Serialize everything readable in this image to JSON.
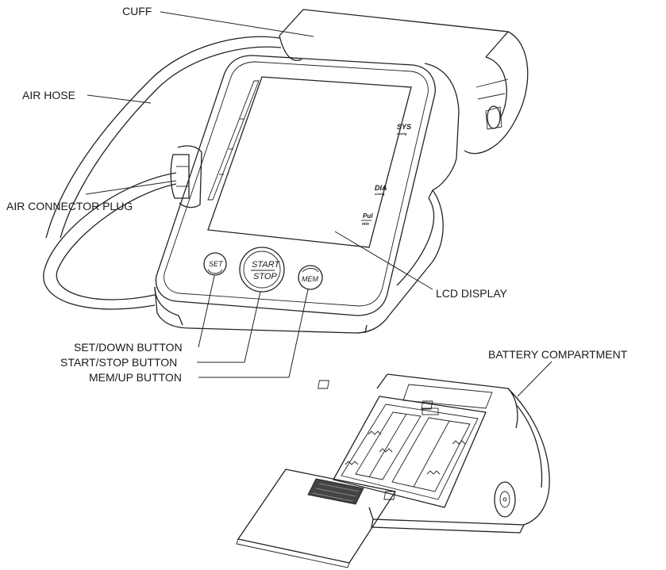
{
  "labels": {
    "cuff": "CUFF",
    "air_hose": "AIR HOSE",
    "air_connector_plug": "AIR CONNECTOR PLUG",
    "lcd_display": "LCD DISPLAY",
    "set_down_button": "SET/DOWN BUTTON",
    "start_stop_button": "START/STOP BUTTON",
    "mem_up_button": "MEM/UP BUTTON",
    "battery_compartment": "BATTERY COMPARTMENT"
  },
  "buttons": {
    "set": "SET",
    "start": "START",
    "stop": "STOP",
    "mem": "MEM"
  },
  "lcd": {
    "sys": "SYS",
    "sys_unit": "mmHg",
    "dia": "DIA",
    "dia_unit": "mmHg",
    "pul": "Pul",
    "pul_unit": "min"
  }
}
